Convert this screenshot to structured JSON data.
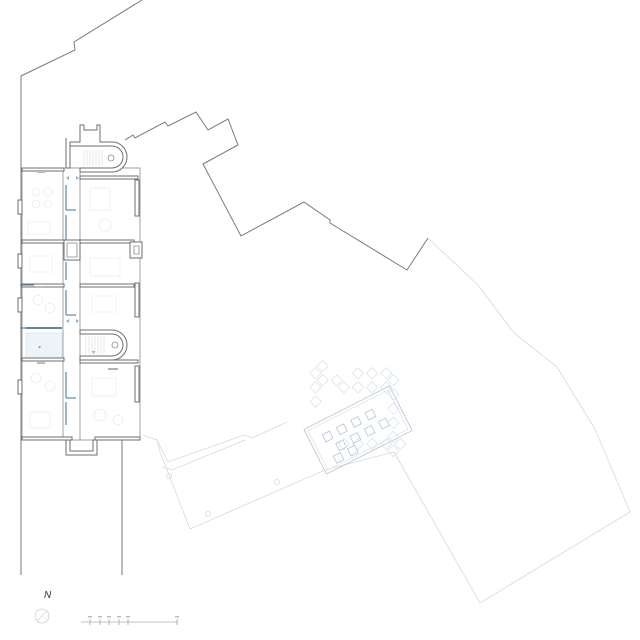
{
  "drawing": {
    "type": "architectural floor plan",
    "north_arrow": {
      "label": "N",
      "icon": "north-arrow-icon"
    },
    "scale_bar": {
      "ticks": 6
    },
    "room_labels": [
      "",
      ""
    ],
    "colors": {
      "site_outline": "#7a7a7a",
      "light_outline": "#d8d8d8",
      "walls": "#6e6e6e",
      "partitions_accent": "#5b87a8",
      "pavilion_grid": "#a9bccb"
    }
  }
}
